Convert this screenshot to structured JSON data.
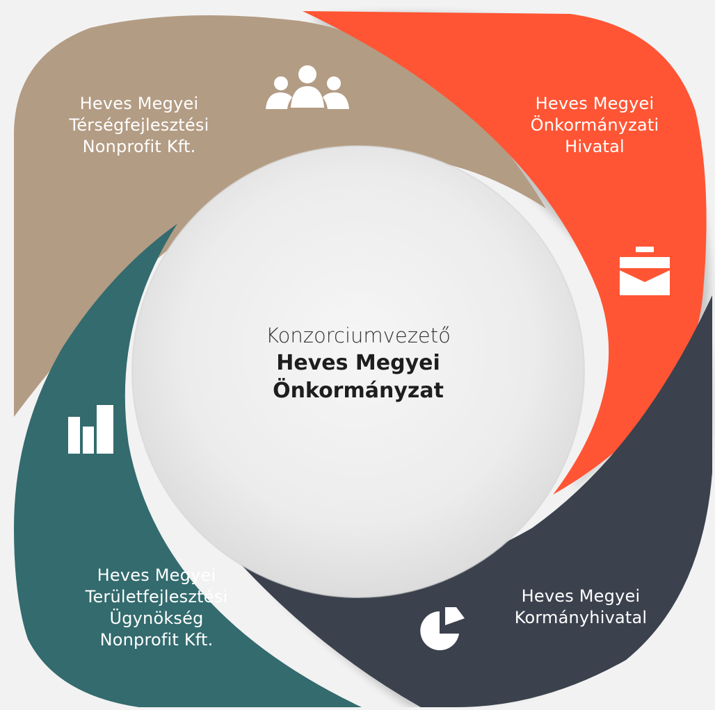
{
  "colors": {
    "background": "#f2f2f2",
    "tan": "#b39c84",
    "orange": "#ff5534",
    "navy": "#3b414d",
    "teal": "#336b6e",
    "center_fill": "#ebebeb"
  },
  "center": {
    "role": "Konzorciumvezető",
    "name_lines": [
      "Heves Megyei",
      "Önkormányzat"
    ]
  },
  "segments": {
    "tan": {
      "icon": "people-group-icon",
      "lines": [
        "Heves Megyei",
        "Térségfejlesztési",
        "Nonprofit Kft."
      ]
    },
    "orange": {
      "icon": "briefcase-icon",
      "lines": [
        "Heves Megyei",
        "Önkormányzati",
        "Hivatal"
      ]
    },
    "navy": {
      "icon": "pie-chart-icon",
      "lines": [
        "Heves Megyei",
        "Kormányhivatal"
      ]
    },
    "teal": {
      "icon": "bar-chart-icon",
      "lines": [
        "Heves Megyei",
        "Területfejlesztési",
        "Ügynökség",
        "Nonprofit Kft."
      ]
    }
  }
}
